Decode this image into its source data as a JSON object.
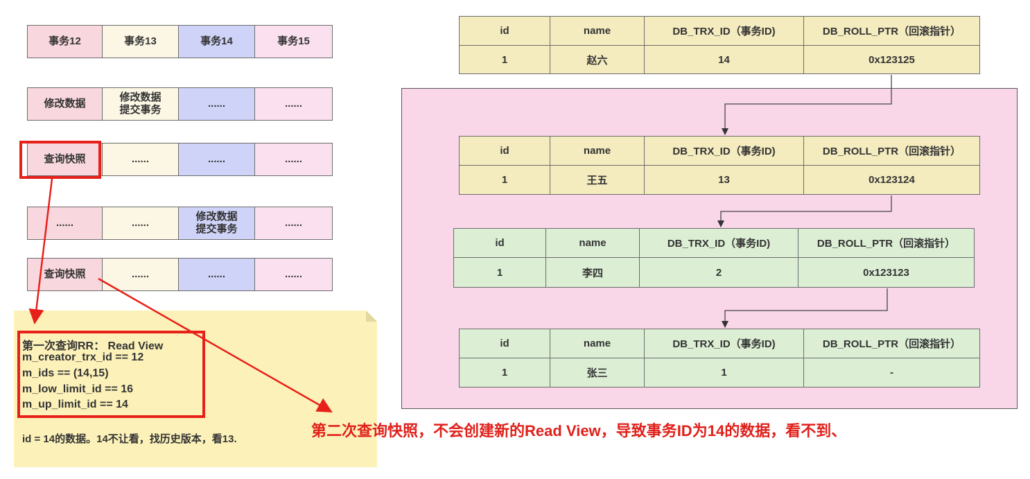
{
  "transactions": {
    "row1": [
      "事务12",
      "事务13",
      "事务14",
      "事务15"
    ],
    "row2": [
      "修改数据",
      "修改数据\n提交事务",
      "......",
      "......"
    ],
    "row3": [
      "查询快照",
      "......",
      "......",
      "......"
    ],
    "row4": [
      "......",
      "......",
      "修改数据\n提交事务",
      "......"
    ],
    "row5": [
      "查询快照",
      "......",
      "......",
      "......"
    ]
  },
  "table_headers": [
    "id",
    "name",
    "DB_TRX_ID（事务ID)",
    "DB_ROLL_PTR（回滚指针）"
  ],
  "versions": [
    {
      "id": "1",
      "name": "赵六",
      "trx_id": "14",
      "roll_ptr": "0x123125"
    },
    {
      "id": "1",
      "name": "王五",
      "trx_id": "13",
      "roll_ptr": "0x123124"
    },
    {
      "id": "1",
      "name": "李四",
      "trx_id": "2",
      "roll_ptr": "0x123123"
    },
    {
      "id": "1",
      "name": "张三",
      "trx_id": "1",
      "roll_ptr": "-"
    }
  ],
  "note": {
    "lines": [
      "第一次查询RR：  Read View",
      "m_creator_trx_id == 12",
      "m_ids ==   (14,15)",
      "m_low_limit_id ==  16",
      "m_up_limit_id == 14"
    ],
    "footer": "id = 14的数据。14不让看，找历史版本，看13."
  },
  "conclusion": {
    "part1": "第二次查询快照，不会创建新的",
    "part2": "Read View",
    "part3": "，导致事务",
    "part4": "ID",
    "part5": "为",
    "part6": "14",
    "part7": "的数据，看不到、"
  },
  "colors": {
    "tx12": "#f8d7de",
    "tx13": "#fbf7e4",
    "tx14": "#cfd3f7",
    "tx15": "#fbe1ef",
    "highlight": "#e8201a",
    "arrow": "#e8201a",
    "region": "#f9d7e9",
    "table_yellow": "#f4ebbf",
    "table_green": "#dcefd5",
    "note": "#fcf2b9"
  }
}
